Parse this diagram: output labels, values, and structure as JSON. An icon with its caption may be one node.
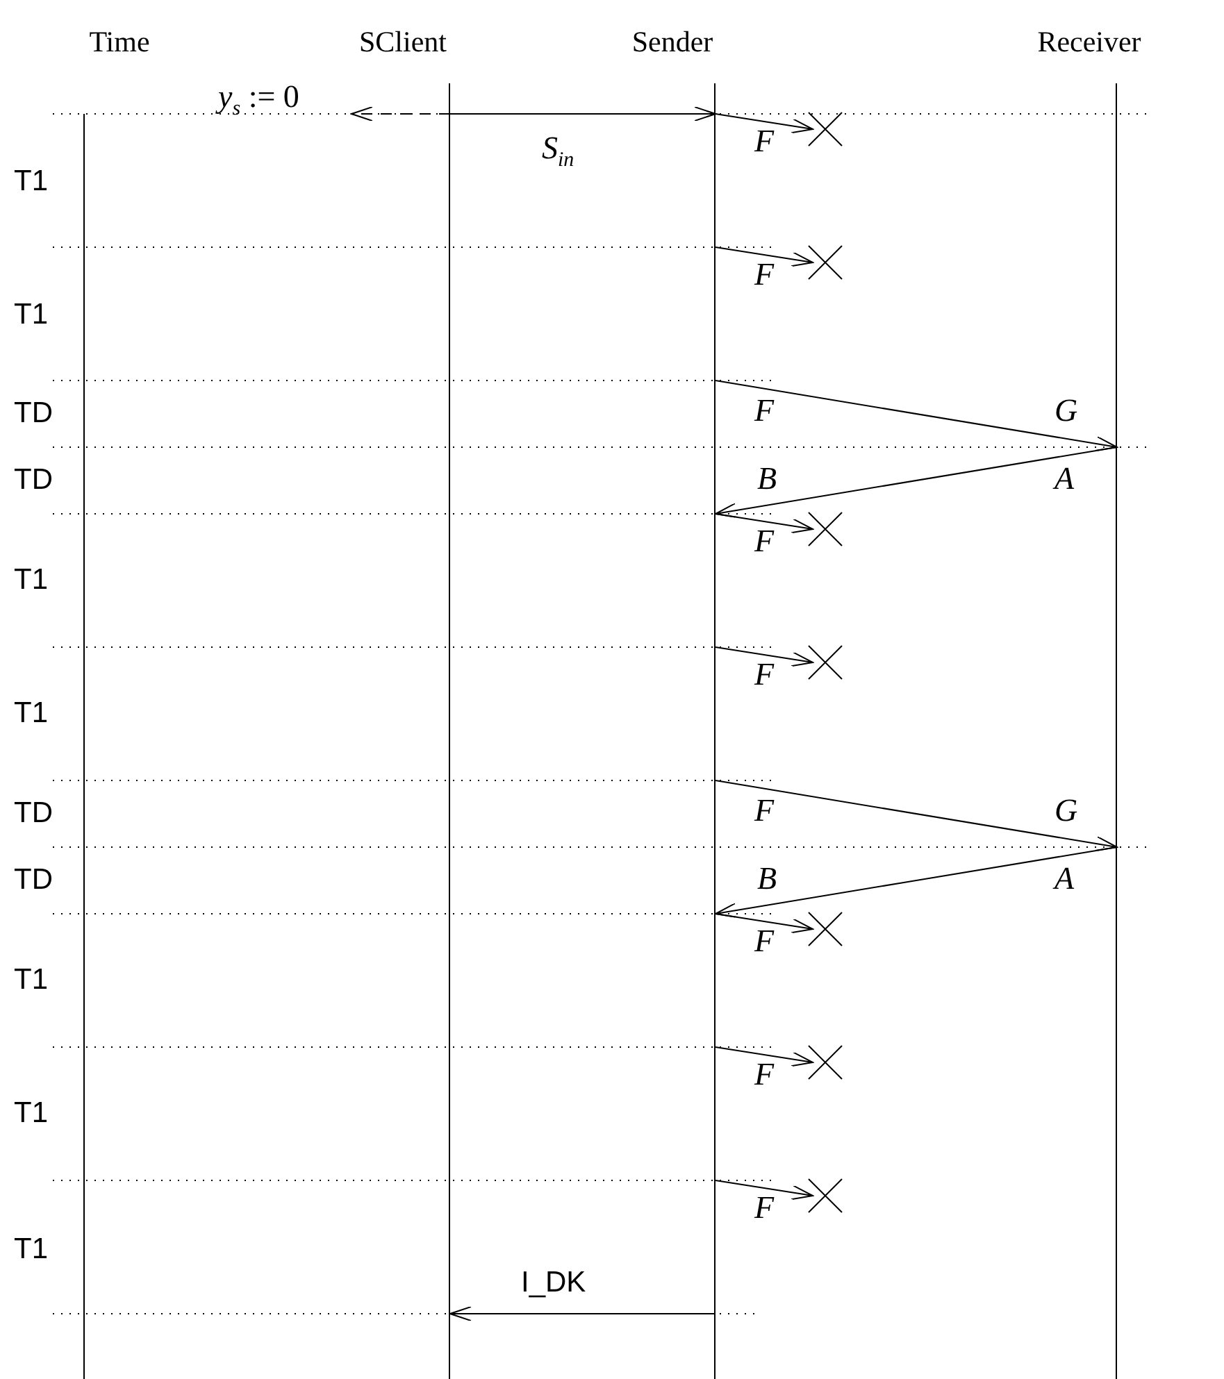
{
  "diagram": {
    "nodes": [
      {
        "text": [],
        "shape": "line",
        "beside": [
          "Time"
        ]
      },
      {
        "text": [],
        "shape": "line",
        "beside": [
          "SClient"
        ]
      },
      {
        "text": [],
        "shape": "line",
        "beside": [
          "Sender"
        ]
      },
      {
        "text": [],
        "shape": "line",
        "beside": [
          "Receiver"
        ]
      },
      {
        "text": [
          "*y*$_{s}$ := 0"
        ]
      }
    ],
    "edges": [
      {
        "from": 1,
        "to": 4,
        "arrow": "to",
        "style": "dashed"
      },
      {
        "from": 1,
        "to": 2,
        "arrow": "to",
        "label": "S$_{in}$"
      },
      {
        "from": 2,
        "to": null,
        "arrow": "to",
        "label": "F"
      },
      {
        "from": 2,
        "to": null,
        "arrow": "to",
        "label": "F"
      },
      {
        "from": 2,
        "to": 3,
        "arrow": "to",
        "label": "F"
      },
      {
        "from": 3,
        "to": 2,
        "arrow": "to",
        "label": "A"
      },
      {
        "from": 2,
        "to": null,
        "arrow": "to",
        "label": "F"
      },
      {
        "from": 2,
        "to": null,
        "arrow": "to",
        "label": "F"
      },
      {
        "from": 2,
        "to": 3,
        "arrow": "to",
        "label": "F"
      },
      {
        "from": 3,
        "to": 2,
        "arrow": "to",
        "label": "A"
      },
      {
        "from": 2,
        "to": null,
        "arrow": "to",
        "label": "F"
      },
      {
        "from": 2,
        "to": null,
        "arrow": "to",
        "label": "F"
      },
      {
        "from": 2,
        "to": null,
        "arrow": "to",
        "label": "F"
      },
      {
        "from": 2,
        "to": 1,
        "arrow": "to",
        "label": "I_DK"
      }
    ],
    "labels": [
      "T1",
      "T1",
      "TD",
      "G",
      "TD",
      "B",
      "T1",
      "T1",
      "TD",
      "G",
      "TD",
      "B",
      "T1",
      "T1",
      "T1"
    ]
  }
}
